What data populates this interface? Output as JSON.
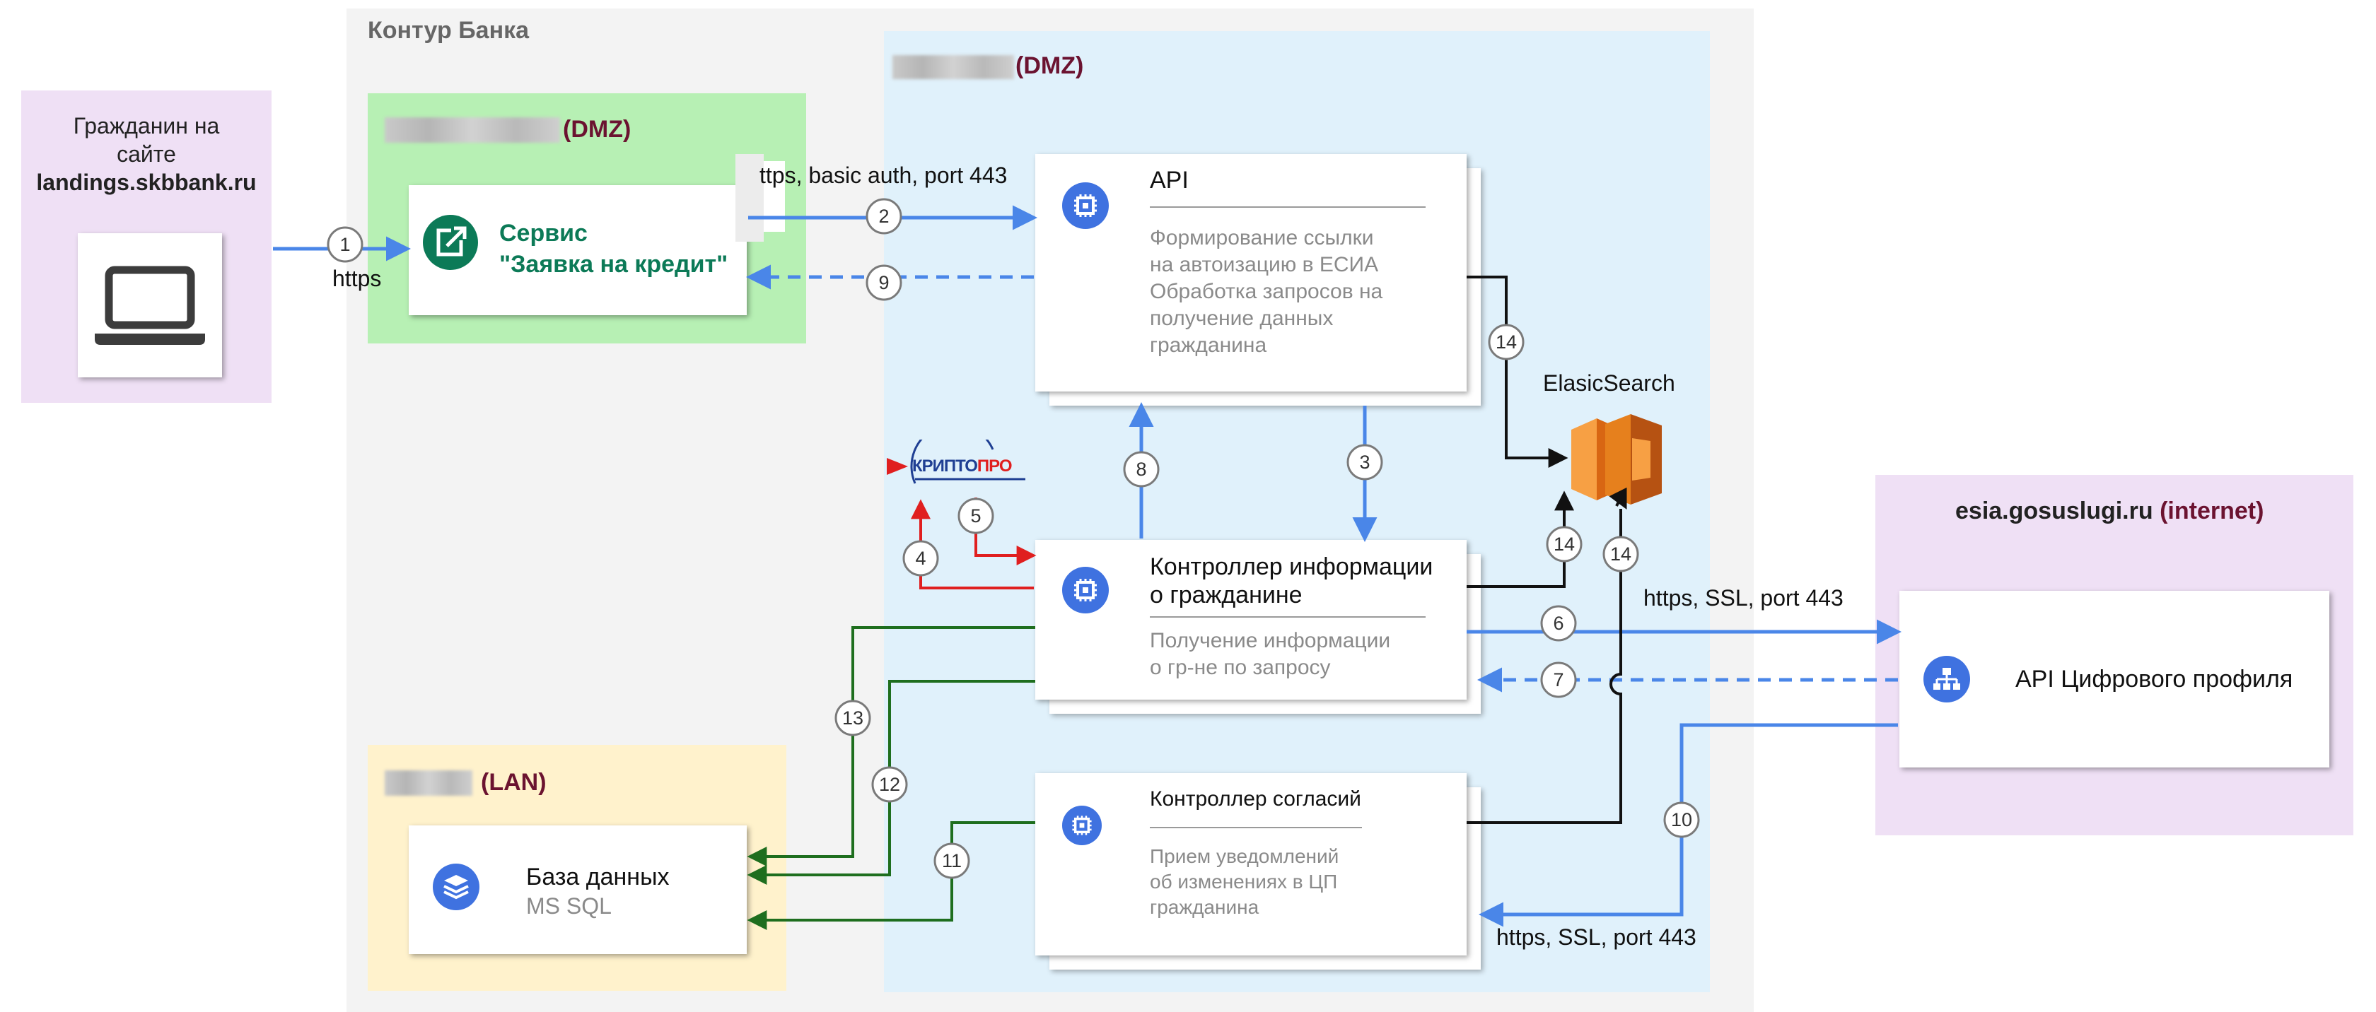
{
  "bank_contour": {
    "title": "Контур Банка"
  },
  "zones": {
    "dmz_left": {
      "suffix": "(DMZ)"
    },
    "dmz_main": {
      "suffix": "(DMZ)"
    },
    "lan": {
      "suffix": "(LAN)"
    },
    "internet": {
      "host": "esia.gosuslugi.ru",
      "suffix": "(internet)"
    }
  },
  "citizen": {
    "line1": "Гражданин на",
    "line2": "сайте",
    "site": "landings.skbbank.ru"
  },
  "service": {
    "line1": "Сервис",
    "line2": "\"Заявка на кредит\""
  },
  "api": {
    "title": "API",
    "description": "Формирование ссылки\nна автоизацию в ЕСИА\nОбработка запросов на\nполучение данных\nгражданина"
  },
  "info_controller": {
    "title_line1": "Контроллер информации",
    "title_line2": "о гражданине",
    "description": "Получение информации\n о гр-не по запросу"
  },
  "consent_controller": {
    "title": "Контроллер согласий",
    "description": "Прием уведомлений\n об изменениях в ЦП\n гражданина"
  },
  "database": {
    "title": "База данных",
    "subtitle": "MS SQL"
  },
  "elastic": {
    "label": "ElasicSearch"
  },
  "crypto": {
    "part1": "КРИПТО",
    "part2": "ПРО"
  },
  "esia_api": {
    "label": "API Цифрового профиля"
  },
  "labels": {
    "https": "https",
    "basic_auth": "ttps, basic auth, port 443",
    "ssl_top": "https, SSL, port 443",
    "ssl_bottom": "https, SSL, port 443"
  },
  "steps": [
    "1",
    "2",
    "3",
    "4",
    "5",
    "6",
    "7",
    "8",
    "9",
    "10",
    "11",
    "12",
    "13",
    "14",
    "14",
    "14"
  ],
  "colors": {
    "blue_arrow": "#4a86e8",
    "red_arrow": "#e01f1f",
    "green_arrow": "#1e6e1e",
    "black_arrow": "#111111",
    "dmz_green": "#b7f0b4",
    "dmz_blue": "#e0f1fb",
    "lan_yellow": "#fff2cc",
    "internet_purple": "#efe0f5",
    "bank_gray": "#f3f3f3"
  }
}
